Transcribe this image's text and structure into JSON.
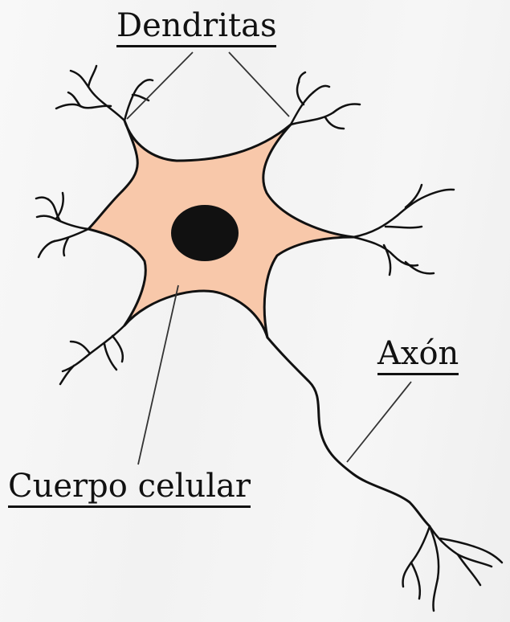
{
  "labels": {
    "dendrites": "Dendritas",
    "axon": "Axón",
    "cell_body": "Cuerpo celular"
  },
  "colors": {
    "soma_fill": "#f8c8aa",
    "nucleus": "#111111",
    "stroke": "#111111"
  }
}
